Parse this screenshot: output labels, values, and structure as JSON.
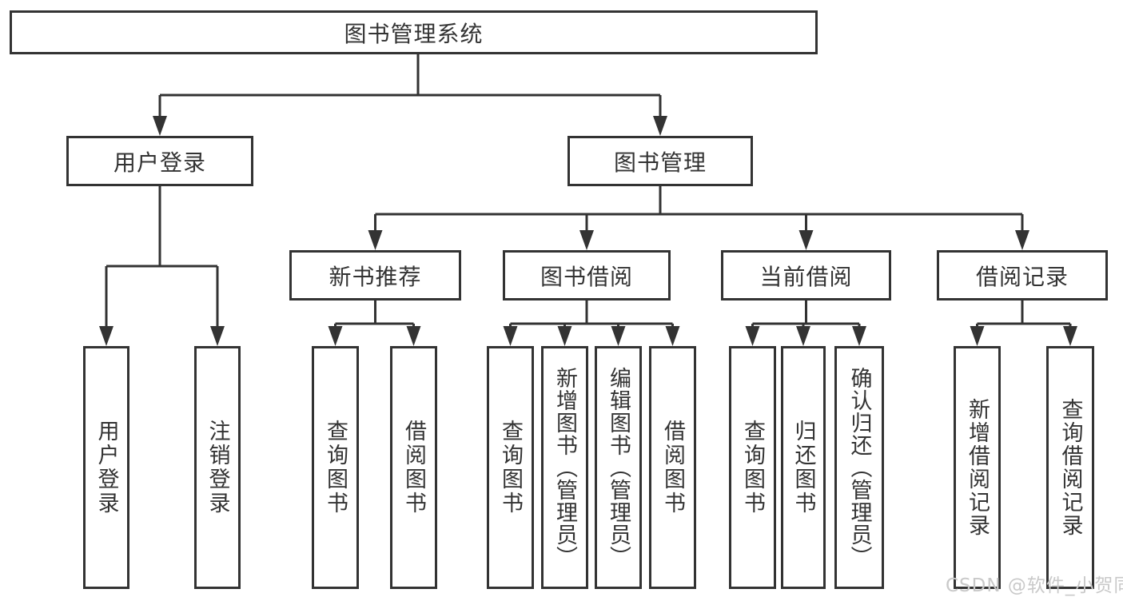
{
  "diagram": {
    "root": "图书管理系统",
    "branches": [
      {
        "label": "用户登录",
        "leaves": [
          "用户登录",
          "注销登录"
        ]
      },
      {
        "label": "图书管理",
        "groups": [
          {
            "label": "新书推荐",
            "leaves": [
              "查询图书",
              "借阅图书"
            ]
          },
          {
            "label": "图书借阅",
            "leaves": [
              "查询图书",
              "新增图书（管理员）",
              "编辑图书（管理员）",
              "借阅图书"
            ]
          },
          {
            "label": "当前借阅",
            "leaves": [
              "查询图书",
              "归还图书",
              "确认归还（管理员）"
            ]
          },
          {
            "label": "借阅记录",
            "leaves": [
              "新增借阅记录",
              "查询借阅记录"
            ]
          }
        ]
      }
    ]
  },
  "watermark": "CSDN @软件_小贺同学",
  "colors": {
    "line": "#333333",
    "text": "#333333",
    "watermark": "#c9c9c9",
    "background": "#ffffff"
  }
}
